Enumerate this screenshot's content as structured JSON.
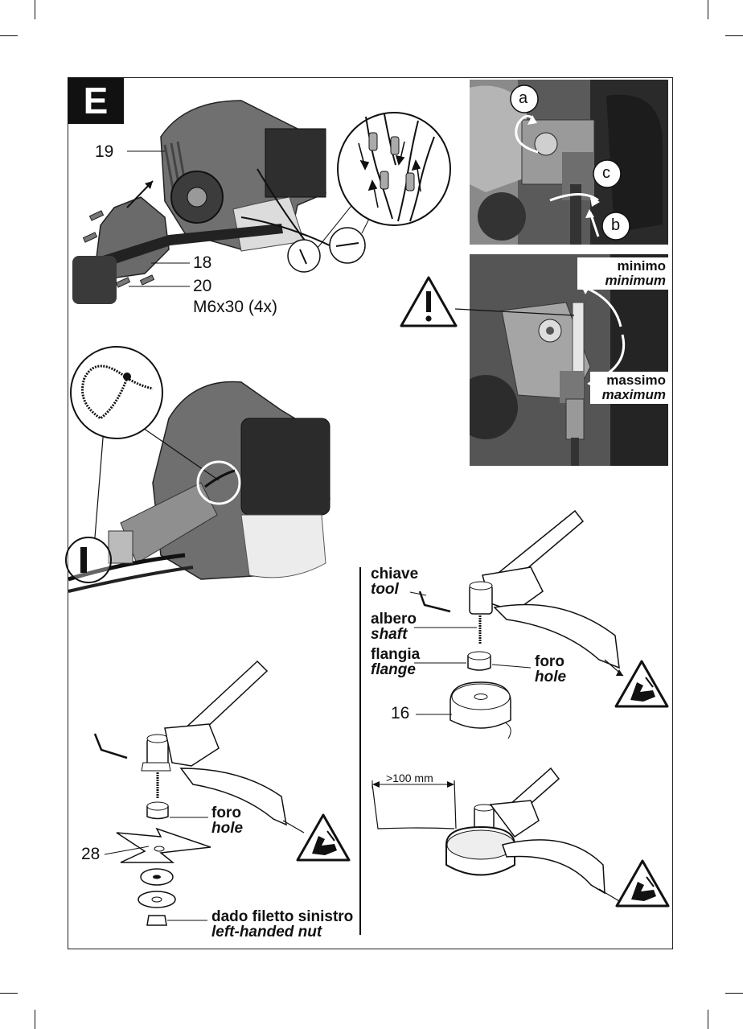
{
  "section_letter": "E",
  "engine_cover": {
    "part_19": "19",
    "part_18": "18",
    "part_20": "20",
    "screw_spec": "M6x30 (4x)"
  },
  "carburetor": {
    "adjust_a": "a",
    "adjust_b": "b",
    "adjust_c": "c",
    "idle_it": "minimo",
    "idle_en": "minimum",
    "full_it": "massimo",
    "full_en": "maximum"
  },
  "blade_assembly": {
    "part_28": "28",
    "hole_it": "foro",
    "hole_en": "hole",
    "nut_it": "dado filetto sinistro",
    "nut_en": "left-handed nut"
  },
  "spool_assembly": {
    "tool_it": "chiave",
    "tool_en": "tool",
    "shaft_it": "albero",
    "shaft_en": "shaft",
    "flange_it": "flangia",
    "flange_en": "flange",
    "hole_it": "foro",
    "hole_en": "hole",
    "part_16": "16",
    "distance": ">100 mm"
  },
  "icons": [
    "warning-triangle-icon",
    "hand-cut-hazard-icon"
  ],
  "colors": {
    "ink": "#111111",
    "photo_dark": "#3a3a3a",
    "photo_mid": "#8a8a8a",
    "paper": "#ffffff"
  }
}
